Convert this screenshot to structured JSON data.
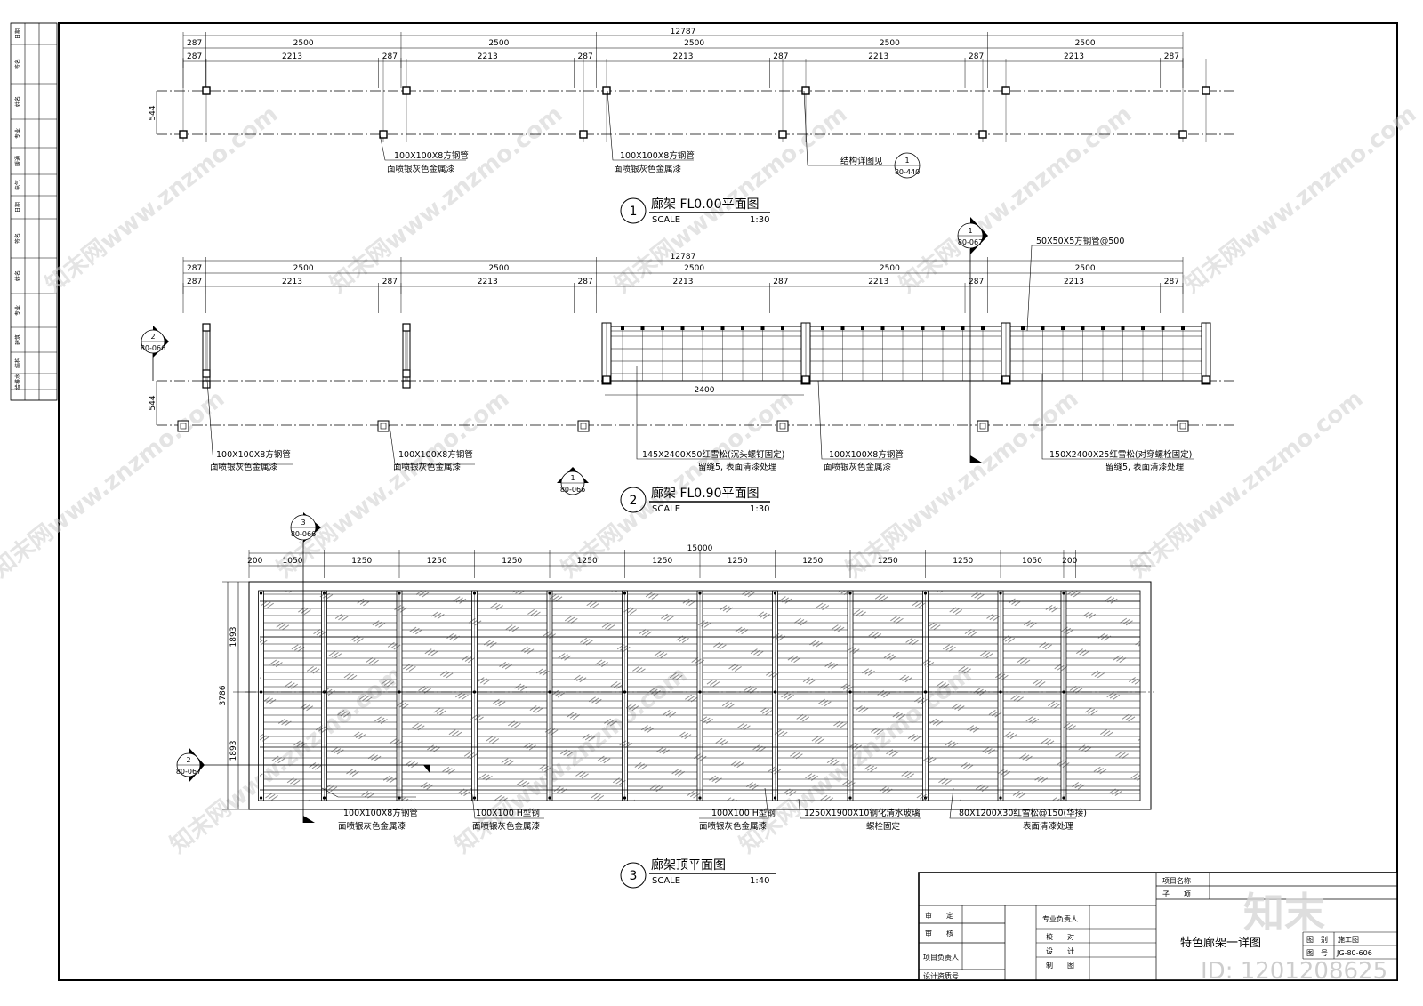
{
  "plans": {
    "p1": {
      "number": "1",
      "title": "廊架 FL0.00平面图",
      "scale_label": "SCALE",
      "scale": "1:30",
      "total": "12787",
      "dims_top": [
        "287",
        "2500",
        "2500",
        "2500",
        "2500",
        "2500"
      ],
      "dims_sub": [
        "287",
        "2213",
        "287",
        "2213",
        "287",
        "2213",
        "287",
        "2213",
        "287",
        "2213",
        "287"
      ],
      "side_dim": "544",
      "notes": [
        {
          "line1": "100X100X8方钢管",
          "line2": "面喷银灰色金属漆"
        },
        {
          "line1": "100X100X8方钢管",
          "line2": "面喷银灰色金属漆"
        }
      ],
      "struct_note": "结构详图见",
      "struct_ref_top": "1",
      "struct_ref_bottom": "80-440"
    },
    "p2": {
      "number": "2",
      "title": "廊架 FL0.90平面图",
      "scale_label": "SCALE",
      "scale": "1:30",
      "total": "12787",
      "dims_top": [
        "287",
        "2500",
        "2500",
        "2500",
        "2500",
        "2500"
      ],
      "dims_sub": [
        "287",
        "2213",
        "287",
        "2213",
        "287",
        "2213",
        "287",
        "2213",
        "287",
        "2213",
        "287"
      ],
      "side_dim": "544",
      "span_dim": "2400",
      "top_note": "50X50X5方钢管@500",
      "notes": [
        {
          "line1": "100X100X8方钢管",
          "line2": "面喷银灰色金属漆"
        },
        {
          "line1": "100X100X8方钢管",
          "line2": "面喷银灰色金属漆"
        },
        {
          "line1": "145X2400X50红雪松(沉头螺钉固定)",
          "line2": "留缝5, 表面清漆处理"
        },
        {
          "line1": "100X100X8方钢管",
          "line2": "面喷银灰色金属漆"
        },
        {
          "line1": "150X2400X25红雪松(对穿螺栓固定)",
          "line2": "留缝5, 表面清漆处理"
        }
      ],
      "sec_left": {
        "top": "2",
        "bottom": "80-066"
      },
      "sec_bottom": {
        "top": "1",
        "bottom": "80-066"
      },
      "sec_top": {
        "top": "1",
        "bottom": "80-067"
      }
    },
    "p3": {
      "number": "3",
      "title": "廊架顶平面图",
      "scale_label": "SCALE",
      "scale": "1:40",
      "total": "15000",
      "dims_top": [
        "200",
        "1050",
        "1250",
        "1250",
        "1250",
        "1250",
        "1250",
        "1250",
        "1250",
        "1250",
        "1250",
        "1050",
        "200"
      ],
      "side_total": "3786",
      "side_dims": [
        "1893",
        "1893"
      ],
      "notes": [
        {
          "line1": "100X100X8方钢管",
          "line2": "面喷银灰色金属漆"
        },
        {
          "line1": "100X100 H型钢",
          "line2": "面喷银灰色金属漆"
        },
        {
          "line1": "100X100 H型钢",
          "line2": "面喷银灰色金属漆"
        },
        {
          "line1": "1250X1900X10钢化清水玻璃",
          "line2": "螺栓固定"
        },
        {
          "line1": "80X1200X30红雪松@150(华接)",
          "line2": "表面清漆处理"
        }
      ],
      "sec_top": {
        "top": "3",
        "bottom": "80-066"
      },
      "sec_left": {
        "top": "2",
        "bottom": "80-067"
      }
    }
  },
  "left_strip": [
    "日期",
    "签名",
    "姓名",
    "专业",
    "暖通",
    "电气",
    "日期",
    "签名",
    "姓名",
    "专业",
    "建筑",
    "结构",
    "给排水"
  ],
  "title_block": {
    "project_name_label": "项目名称",
    "sub_item_label": "子　　项",
    "drawing_title": "特色廊架一详图",
    "rows_left": [
      "审　　定",
      "审　　核",
      "项目负责人",
      "设计资质号"
    ],
    "rows_mid": [
      "专业负责人",
      "校　　对",
      "设　　计",
      "制　　图"
    ],
    "stage_label": "图　别",
    "stage_value": "施工图",
    "number_label": "图　号",
    "number_value": "JG-80-606"
  },
  "watermark": {
    "brand": "知末",
    "id": "ID: 1201208625",
    "site": "知末网www.znzmo.com"
  }
}
